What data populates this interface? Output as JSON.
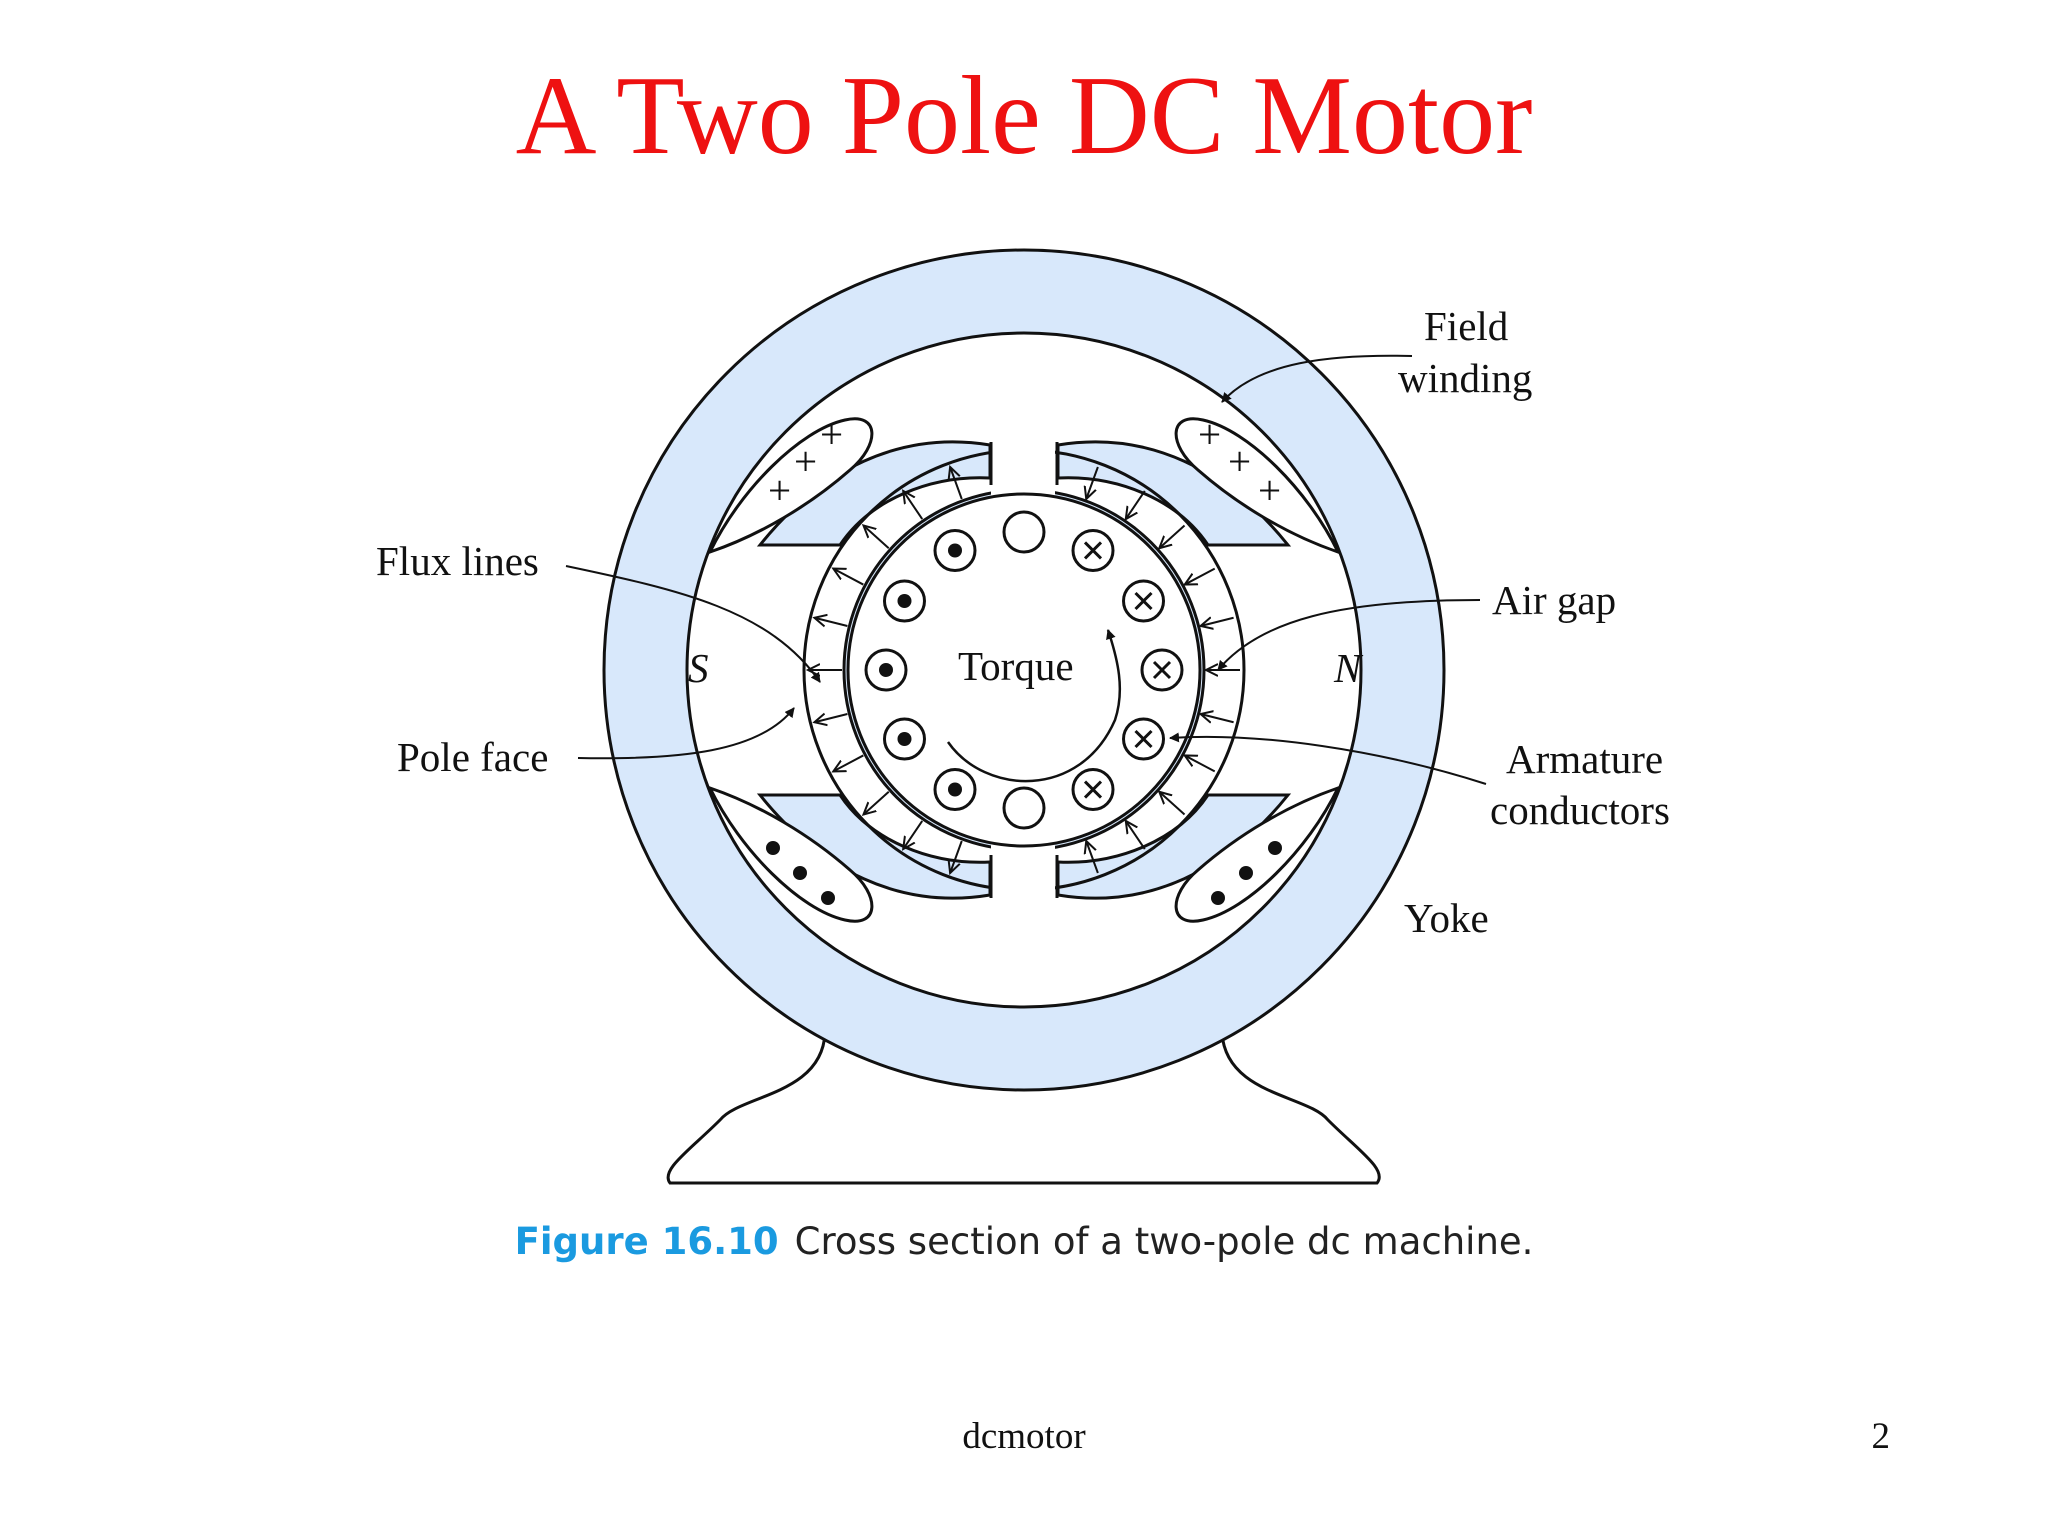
{
  "slide": {
    "title": "A Two Pole DC Motor",
    "footer": "dcmotor",
    "page_number": "2"
  },
  "figure": {
    "caption_number": "Figure 16.10",
    "caption_text": "Cross section of a two-pole dc machine.",
    "labels": {
      "field_winding_line1": "Field",
      "field_winding_line2": "winding",
      "flux_lines": "Flux lines",
      "air_gap": "Air gap",
      "pole_face": "Pole face",
      "armature_line1": "Armature",
      "armature_line2": "conductors",
      "yoke": "Yoke",
      "torque": "Torque",
      "south": "S",
      "north": "N"
    },
    "colors": {
      "iron": "#d8e8fb",
      "outline": "#111111",
      "title": "#ee1111",
      "caption_number": "#1a9ae0"
    }
  }
}
